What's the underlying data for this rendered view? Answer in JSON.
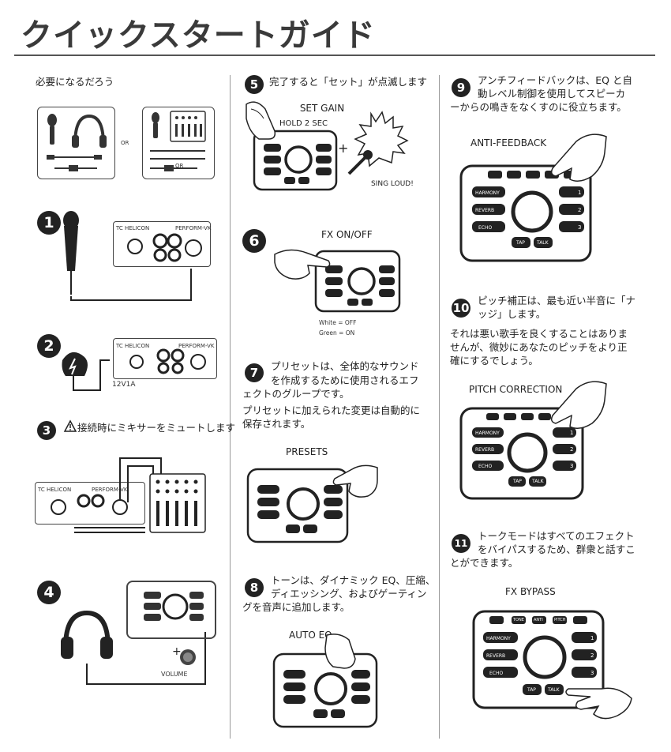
{
  "title": "クイックスタートガイド",
  "col1": {
    "required_heading": "必要になるだろう",
    "or_label": "OR",
    "or_label2": "OR",
    "step1": "1",
    "step2": "2",
    "step2_label": "12V1A",
    "step3": "3",
    "step3_text": "接続時にミキサーをミュートします",
    "step4": "4",
    "volume_label": "VOLUME",
    "brand": "TC HELICON",
    "model": "PERFORM-VK"
  },
  "col2": {
    "step5": "5",
    "step5_text": "完了すると「セット」が点滅します",
    "set_gain": "SET GAIN",
    "hold": "HOLD 2 SEC",
    "sing_loud": "SING LOUD!",
    "step6": "6",
    "fx_onoff": "FX ON/OFF",
    "white_off": "White = OFF",
    "green_on": "Green = ON",
    "step7": "7",
    "step7_text_a": "プリセットは、全体的なサウンド",
    "step7_text_b": "を作成するために使用されるエフ",
    "step7_text_c": "ェクトのグループです。",
    "step7_text_d": "プリセットに加えられた変更は自動的に",
    "step7_text_e": "保存されます。",
    "presets": "PRESETS",
    "step8": "8",
    "step8_text_a": "トーンは、ダイナミック EQ、圧縮、",
    "step8_text_b": "ディエッシング、およびゲーティン",
    "step8_text_c": "グを音声に追加します。",
    "auto_eq": "AUTO EQ"
  },
  "col3": {
    "step9": "9",
    "step9_text_a": "アンチフィードバックは、EQ と自",
    "step9_text_b": "動レベル制御を使用してスピーカ",
    "step9_text_c": "ーからの鳴きをなくすのに役立ちます。",
    "anti_feedback": "ANTI-FEEDBACK",
    "step10": "10",
    "step10_text_a": "ピッチ補正は、最も近い半音に「ナ",
    "step10_text_b": "ッジ」します。",
    "step10_text_c": "それは悪い歌手を良くすることはありま",
    "step10_text_d": "せんが、微妙にあなたのピッチをより正",
    "step10_text_e": "確にするでしょう。",
    "pitch_correction": "PITCH CORRECTION",
    "step11": "11",
    "step11_text_a": "トークモードはすべてのエフェクト",
    "step11_text_b": "をバイパスするため、群衆と話すこ",
    "step11_text_c": "とができます。",
    "fx_bypass": "FX BYPASS"
  },
  "device": {
    "harmony": "HARMONY",
    "reverb": "REVERB",
    "echo": "ECHO",
    "tap": "TAP",
    "talk": "TALK",
    "tone": "TONE",
    "anti": "ANTI",
    "pitch": "PITCH",
    "num1": "1",
    "num2": "2",
    "num3": "3"
  }
}
